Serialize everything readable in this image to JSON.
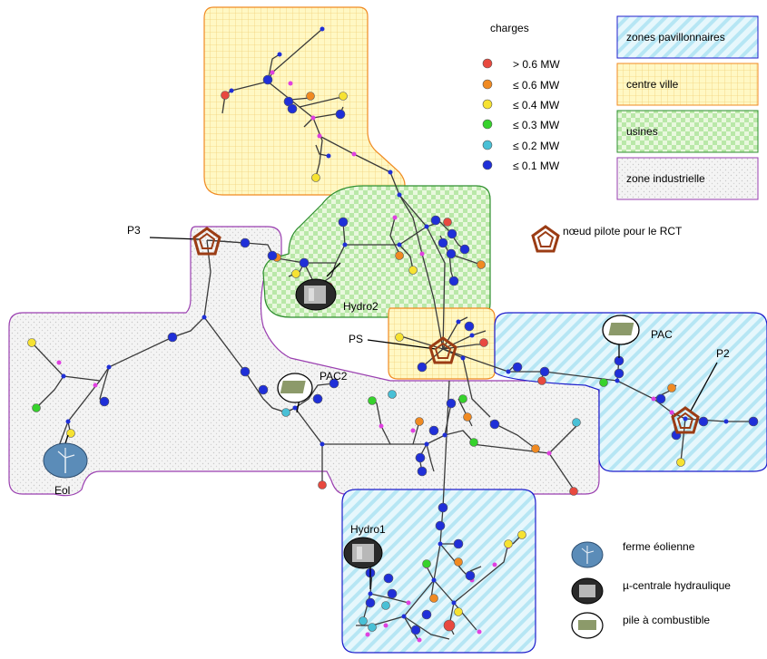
{
  "legend": {
    "charges_title": "charges",
    "charges": [
      {
        "label": "> 0.6 MW",
        "color": "#e8493f"
      },
      {
        "label": "≤ 0.6 MW",
        "color": "#f08a22"
      },
      {
        "label": "≤ 0.4 MW",
        "color": "#f6e232"
      },
      {
        "label": "≤ 0.3 MW",
        "color": "#36d22c"
      },
      {
        "label": "≤ 0.2 MW",
        "color": "#49c0d6"
      },
      {
        "label": "≤ 0.1 MW",
        "color": "#1f2fd8"
      }
    ],
    "zones": [
      {
        "label": "zones pavillonnaires",
        "color": "#1d1dcc"
      },
      {
        "label": "centre ville",
        "color": "#f08a22"
      },
      {
        "label": "usines",
        "color": "#2f8f2f"
      },
      {
        "label": "zone industrielle",
        "color": "#9a3fb0"
      }
    ],
    "pilot_label": "nœud pilote pour le RCT",
    "sources": [
      {
        "label": "ferme éolienne",
        "icon": "wind-farm-icon"
      },
      {
        "label": "µ-centrale hydraulique",
        "icon": "hydro-icon"
      },
      {
        "label": "pile à combustible",
        "icon": "fuel-cell-icon"
      }
    ]
  },
  "labels": {
    "p3": "P3",
    "p2": "P2",
    "ps": "PS",
    "hydro2": "Hydro2",
    "hydro1": "Hydro1",
    "pac": "PAC",
    "pac2": "PAC2",
    "eol": "Eol"
  },
  "colors": {
    "pilot": "#9b3c14",
    "line": "#444444",
    "node_small": "#e040e0"
  }
}
